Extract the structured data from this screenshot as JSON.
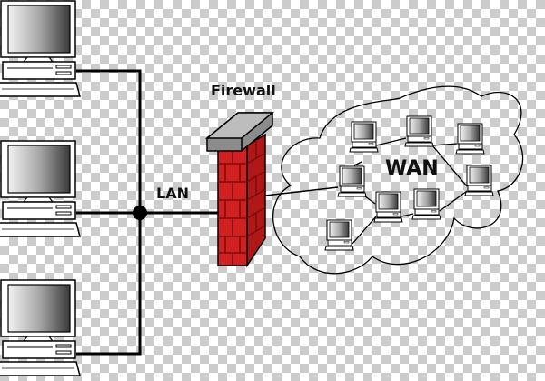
{
  "labels": {
    "firewall": "Firewall",
    "lan": "LAN",
    "wan": "WAN"
  },
  "colors": {
    "wall": "#d21f1f",
    "wall_mortar": "#7a0d0d",
    "cap": "#8c8c8c",
    "wire": "#000000"
  },
  "lan_computers": [
    {
      "id": "lan-pc-1"
    },
    {
      "id": "lan-pc-2"
    },
    {
      "id": "lan-pc-3"
    }
  ],
  "wan_computers": [
    {
      "id": "wan-pc-1"
    },
    {
      "id": "wan-pc-2"
    },
    {
      "id": "wan-pc-3"
    },
    {
      "id": "wan-pc-4"
    },
    {
      "id": "wan-pc-5"
    },
    {
      "id": "wan-pc-6"
    },
    {
      "id": "wan-pc-7"
    },
    {
      "id": "wan-pc-8"
    }
  ]
}
